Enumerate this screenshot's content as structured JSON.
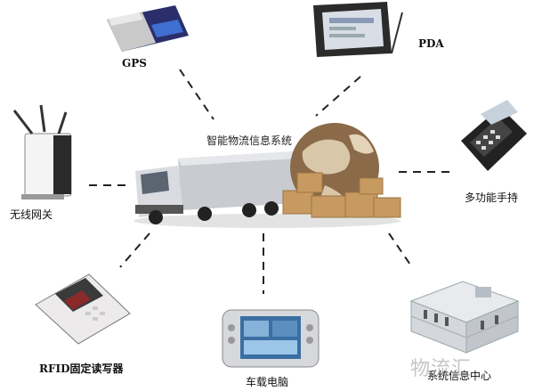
{
  "title": "智能物流信息系统",
  "nodes": {
    "gps": "GPS",
    "pda": "PDA",
    "gateway": "无线网关",
    "handheld": "多功能手持",
    "rfid": "RFID固定读写器",
    "vehicle_pc": "车载电脑",
    "info_center": "系统信息中心"
  },
  "watermark": "物流汇"
}
